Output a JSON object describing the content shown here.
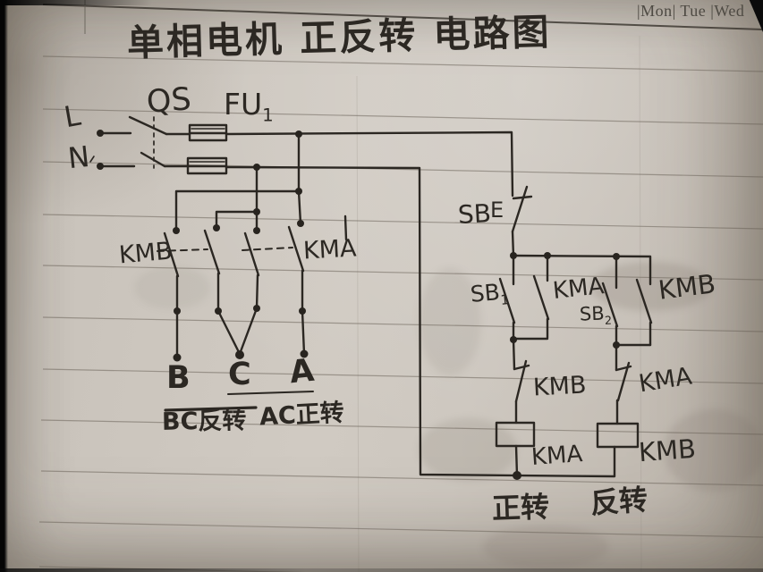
{
  "page": {
    "weekday_strip": "|Mon| Tue |Wed",
    "title": "单相电机 正反转 电路图"
  },
  "colors": {
    "ink": "#2c2823",
    "paper": "#cdc7bf",
    "rule_line": "#6f695f"
  },
  "power_circuit": {
    "live_label": "L",
    "neutral_label": "N",
    "disconnect_label": "QS",
    "fuse_label": {
      "text": "FU",
      "sub": "1"
    },
    "reverse_contactor_label": "KMB",
    "forward_contactor_label": "KMA",
    "terminal_b": "B",
    "terminal_c": "C",
    "terminal_a": "A",
    "caption_reverse": "BC反转",
    "caption_forward": "AC正转"
  },
  "control_circuit": {
    "stop_button_label": "SB",
    "stop_button_mark": "E",
    "start_forward": {
      "text": "SB",
      "sub": "1"
    },
    "seal_forward_label": "KMA",
    "start_reverse": {
      "text": "SB",
      "sub": "2"
    },
    "seal_reverse_label": "KMB",
    "interlock_forward_branch_label": "KMB",
    "interlock_reverse_branch_label": "KMA",
    "coil_forward_label": "KMA",
    "coil_reverse_label": "KMB",
    "caption_forward": "正转",
    "caption_reverse": "反转"
  }
}
